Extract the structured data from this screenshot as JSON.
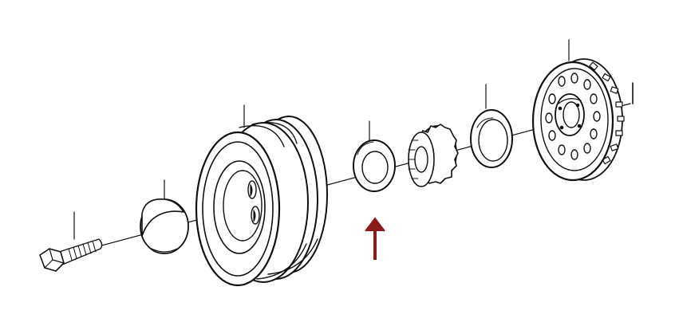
{
  "diagram": {
    "kind": "exploded-parts-view",
    "parts": [
      {
        "name": "bolt"
      },
      {
        "name": "center-cap"
      },
      {
        "name": "crankshaft-pulley"
      },
      {
        "name": "thrust-washer"
      },
      {
        "name": "crankshaft-sprocket"
      },
      {
        "name": "flat-washer"
      },
      {
        "name": "toothed-flywheel-hub"
      }
    ],
    "highlight_color": "#8b1a1a",
    "line_color": "#111111"
  }
}
